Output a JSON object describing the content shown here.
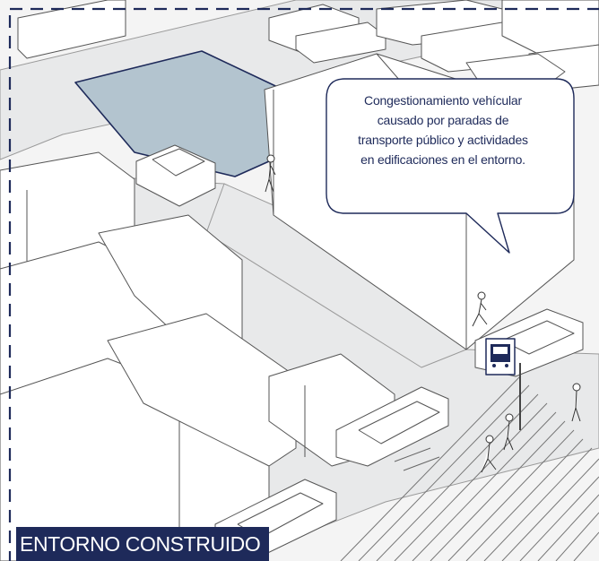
{
  "speech_bubble": {
    "lines": [
      "Congestionamiento vehícular",
      "causado por paradas de",
      "transporte público y actividades",
      "en edificaciones en el entorno."
    ]
  },
  "title_badge": {
    "label": "ENTORNO CONSTRUIDO"
  },
  "colors": {
    "frame_dash": "#1e2a5a",
    "highlighted_lot": "#b3c4cf",
    "street": "#e8e9ea",
    "badge_bg": "#1e2a5a",
    "badge_text": "#ffffff",
    "bubble_text": "#1e2a5a"
  },
  "icons": [
    "bus-stop-sign-icon",
    "car-icon",
    "pedestrian-icon"
  ]
}
